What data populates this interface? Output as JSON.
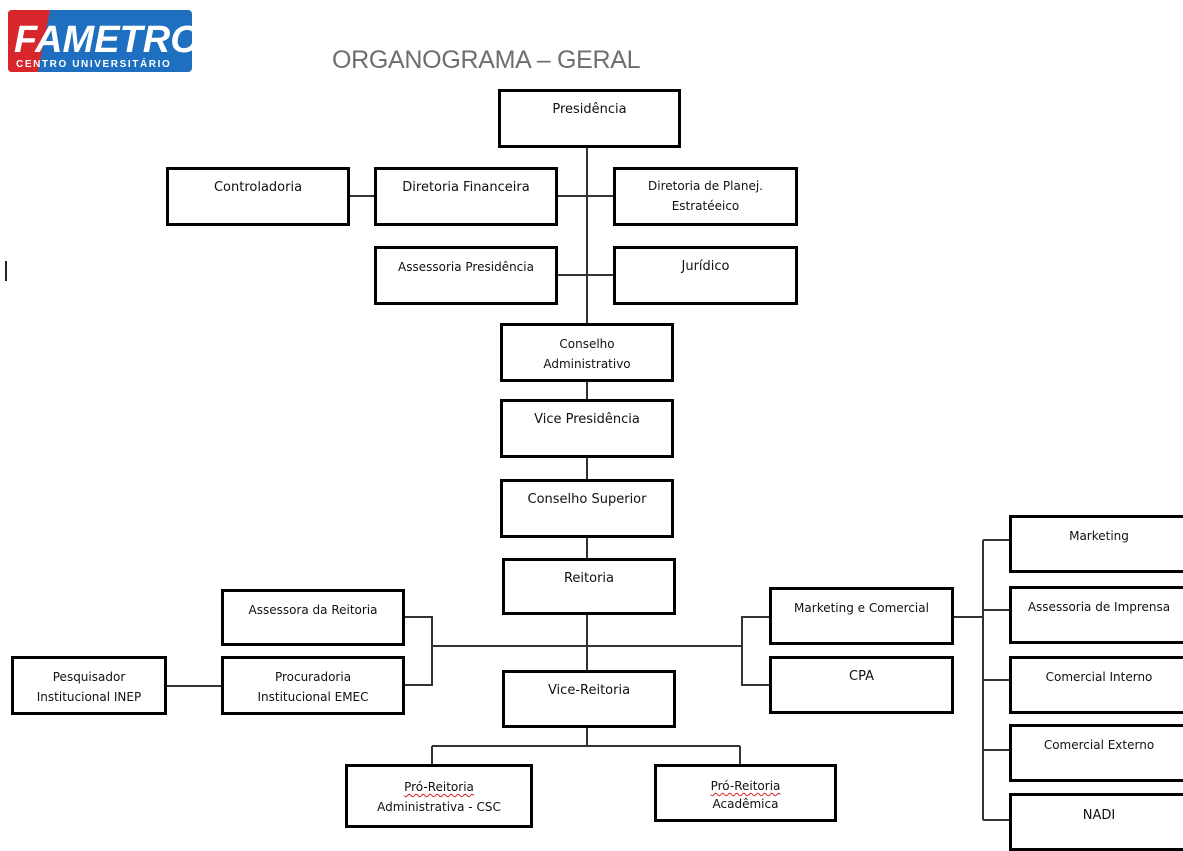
{
  "logo": {
    "brand": "FAMETRO",
    "tagline": "CENTRO UNIVERSITÁRIO",
    "color_blue": "#1e6fc0",
    "color_red": "#d7262c"
  },
  "title": "ORGANOGRAMA – GERAL",
  "nodes": {
    "presidencia": "Presidência",
    "controladoria": "Controladoria",
    "diretoria_financeira": "Diretoria Financeira",
    "diretoria_planej_l1": "Diretoria de Planej.",
    "diretoria_planej_l2": "Estratéeico",
    "assessoria_presidencia": "Assessoria Presidência",
    "juridico": "Jurídico",
    "conselho_adm_l1": "Conselho",
    "conselho_adm_l2": "Administrativo",
    "vice_presidencia": "Vice Presidência",
    "conselho_superior": "Conselho Superior",
    "reitoria": "Reitoria",
    "assessora_reitoria": "Assessora da Reitoria",
    "pesquisador_l1": "Pesquisador",
    "pesquisador_l2": "Institucional INEP",
    "procuradoria_l1": "Procuradoria",
    "procuradoria_l2": "Institucional EMEC",
    "vice_reitoria": "Vice-Reitoria",
    "pro_reitoria_adm_l1": "Pró-Reitoria",
    "pro_reitoria_adm_l2": "Administrativa - CSC",
    "pro_reitoria_acad_l1": "Pró-Reitoria",
    "pro_reitoria_acad_l2": "Acadêmica",
    "marketing_comercial": "Marketing e Comercial",
    "cpa": "CPA",
    "marketing": "Marketing",
    "assessoria_imprensa": "Assessoria de Imprensa",
    "comercial_interno": "Comercial Interno",
    "comercial_externo": "Comercial Externo",
    "nadi": "NADI"
  }
}
